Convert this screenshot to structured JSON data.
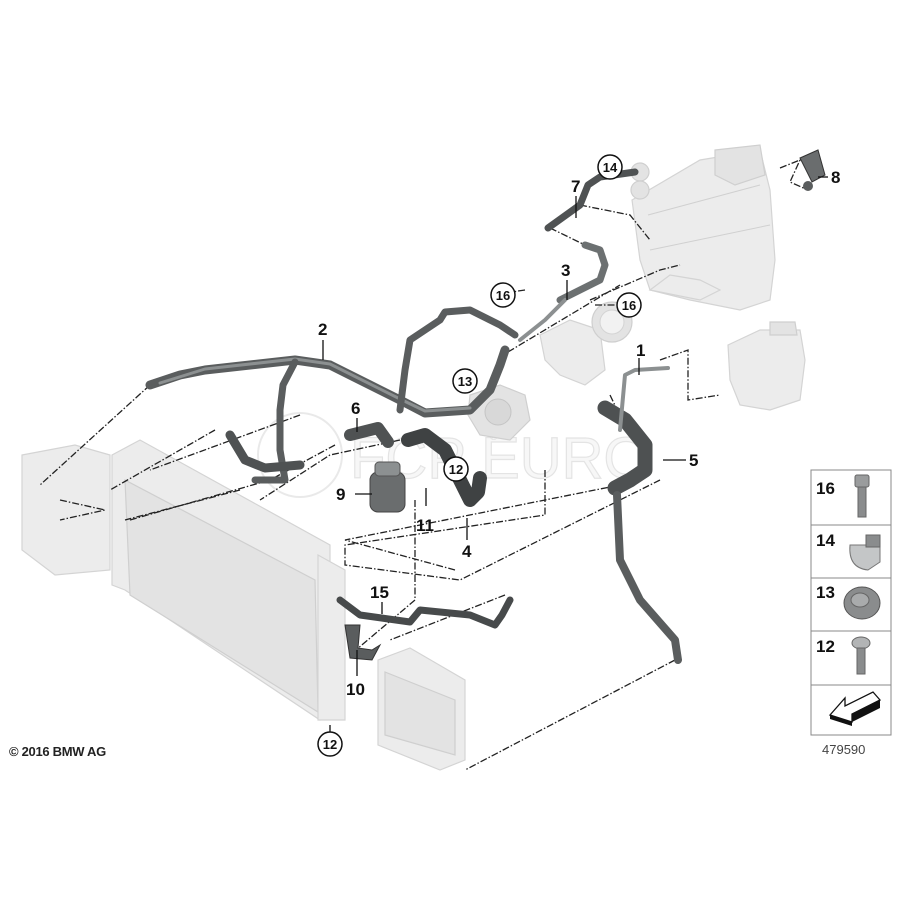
{
  "diagram": {
    "title": "Cooling system water hoses",
    "copyright": "© 2016 BMW AG",
    "diagram_number": "479590",
    "watermark": "FCP EURO",
    "watermark_registered": "®",
    "part_labels": [
      "1",
      "2",
      "3",
      "4",
      "5",
      "6",
      "7",
      "8",
      "9",
      "10",
      "11",
      "15"
    ],
    "circled_labels": [
      "12",
      "13",
      "14",
      "16"
    ],
    "legend": [
      {
        "number": "16",
        "icon": "bolt-icon"
      },
      {
        "number": "14",
        "icon": "hose-clip-icon"
      },
      {
        "number": "13",
        "icon": "hose-clamp-icon"
      },
      {
        "number": "12",
        "icon": "screw-icon"
      },
      {
        "number": "",
        "icon": "direction-arrow-icon"
      }
    ],
    "colors": {
      "hose": "#5a5d5e",
      "hose_highlight": "#8c9091",
      "ghost_part": "#ececec",
      "line": "#222222"
    }
  }
}
